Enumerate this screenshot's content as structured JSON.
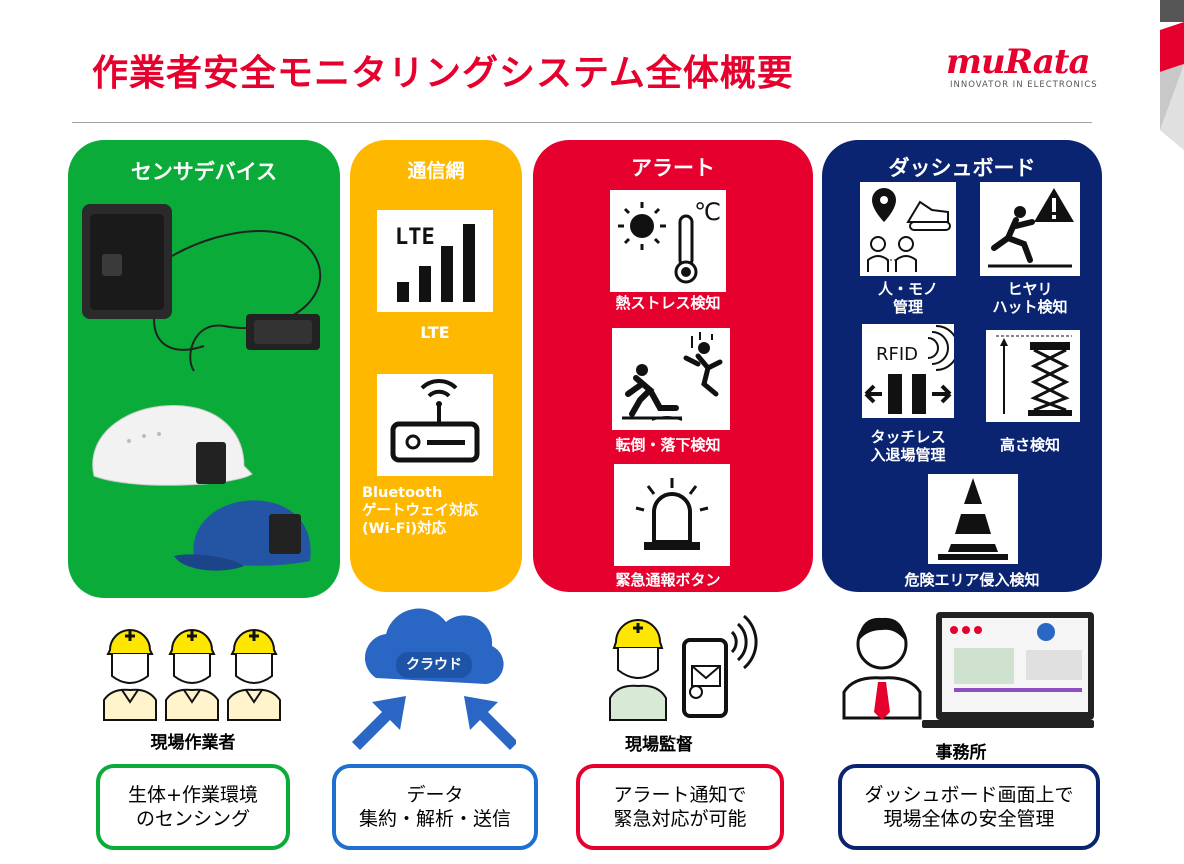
{
  "title": "作業者安全モニタリングシステム全体概要",
  "logo": {
    "brand": "muRata",
    "tagline": "INNOVATOR IN ELECTRONICS"
  },
  "colors": {
    "red": "#e6002d",
    "green": "#0aab39",
    "yellow": "#ffb800",
    "navy": "#0a2472"
  },
  "panels": {
    "sensor": {
      "title": "センサデバイス"
    },
    "network": {
      "title": "通信網",
      "lte_icon_text": "LTE",
      "lte_label": "LTE",
      "gateway_label": [
        "Bluetooth",
        "ゲートウェイ対応",
        "(Wi-Fi)対応"
      ]
    },
    "alert": {
      "title": "アラート",
      "heat_icon_text": "℃",
      "items": [
        "熱ストレス検知",
        "転倒・落下検知",
        "緊急通報ボタン"
      ]
    },
    "dashboard": {
      "title": "ダッシュボード",
      "rfid_icon_text": "RFID",
      "items": [
        "人・モノ\n管理",
        "ヒヤリ\nハット検知",
        "タッチレス\n入退場管理",
        "高さ検知",
        "危険エリア侵入検知"
      ]
    }
  },
  "people": {
    "workers": "現場作業者",
    "cloud": "クラウド",
    "supervisor": "現場監督",
    "office": "事務所"
  },
  "bottom_boxes": [
    "生体+作業環境\nのセンシング",
    "データ\n集約・解析・送信",
    "アラート通知で\n緊急対応が可能",
    "ダッシュボード画面上で\n現場全体の安全管理"
  ]
}
